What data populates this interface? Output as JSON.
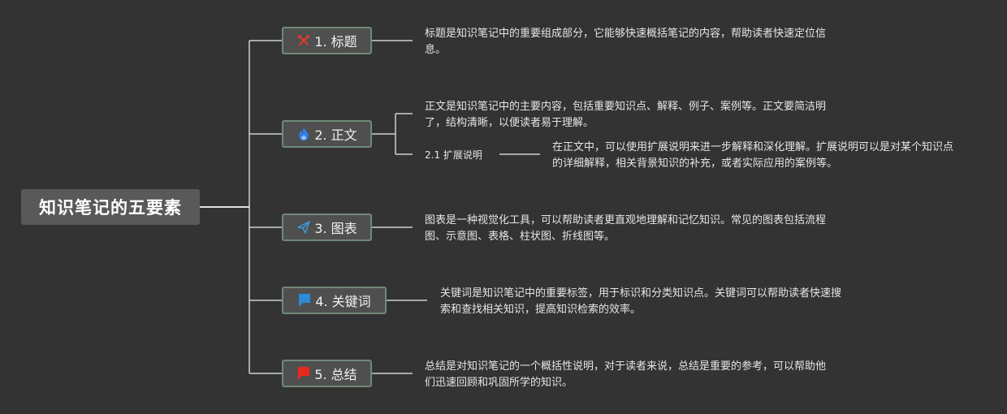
{
  "root": {
    "title": "知识笔记的五要素"
  },
  "topics": [
    {
      "label": "1. 标题",
      "icon": "crossed-tools-icon",
      "icon_color": "#e03a2e",
      "desc": "标题是知识笔记中的重要组成部分，它能够快速概括笔记的内容，帮助读者快速定位信息。"
    },
    {
      "label": "2. 正文",
      "icon": "flame-icon",
      "icon_color": "#2f7fe0",
      "desc": "正文是知识笔记中的主要内容，包括重要知识点、解释、例子、案例等。正文要简洁明了，结构清晰，以便读者易于理解。",
      "sub": {
        "label": "2.1 扩展说明",
        "desc": "在正文中，可以使用扩展说明来进一步解释和深化理解。扩展说明可以是对某个知识点的详细解释，相关背景知识的补充，或者实际应用的案例等。"
      }
    },
    {
      "label": "3. 图表",
      "icon": "paper-plane-icon",
      "icon_color": "#3a9ad9",
      "desc": "图表是一种视觉化工具，可以帮助读者更直观地理解和记忆知识。常见的图表包括流程图、示意图、表格、柱状图、折线图等。"
    },
    {
      "label": "4. 关键词",
      "icon": "blue-flag-icon",
      "icon_color": "#2d8ad8",
      "desc": "关键词是知识笔记中的重要标签，用于标识和分类知识点。关键词可以帮助读者快速搜索和查找相关知识，提高知识检索的效率。"
    },
    {
      "label": "5. 总结",
      "icon": "red-flag-icon",
      "icon_color": "#e8291c",
      "desc": "总结是对知识笔记的一个概括性说明，对于读者来说，总结是重要的参考，可以帮助他们迅速回顾和巩固所学的知识。"
    }
  ],
  "colors": {
    "background": "#333333",
    "line": "#cfcfcf",
    "node_border": "#6f8a78"
  }
}
